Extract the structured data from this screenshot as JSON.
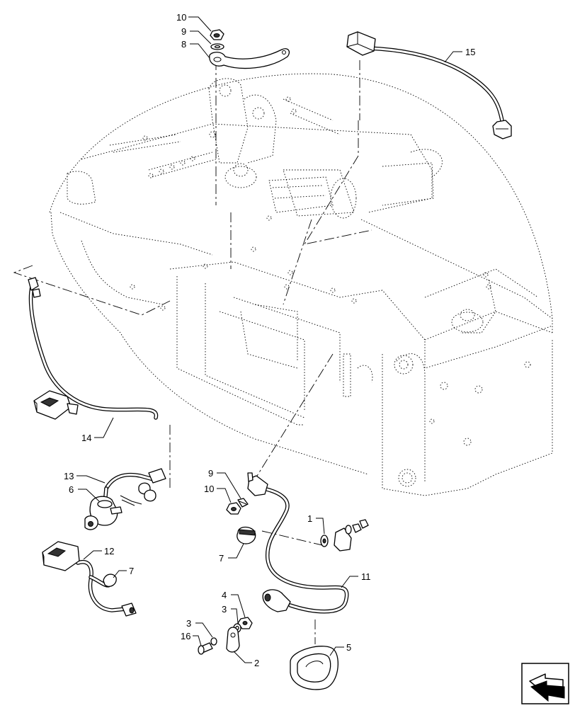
{
  "callouts": {
    "c1": "1",
    "c2": "2",
    "c3a": "3",
    "c3b": "3",
    "c4": "4",
    "c5": "5",
    "c6": "6",
    "c7a": "7",
    "c7b": "7",
    "c8": "8",
    "c9a": "9",
    "c9b": "9",
    "c10a": "10",
    "c10b": "10",
    "c11": "11",
    "c12": "12",
    "c13": "13",
    "c14": "14",
    "c15": "15",
    "c16": "16"
  },
  "nav_icon": "next-page-arrow-icon",
  "colors": {
    "line": "#000000",
    "background": "#ffffff"
  }
}
